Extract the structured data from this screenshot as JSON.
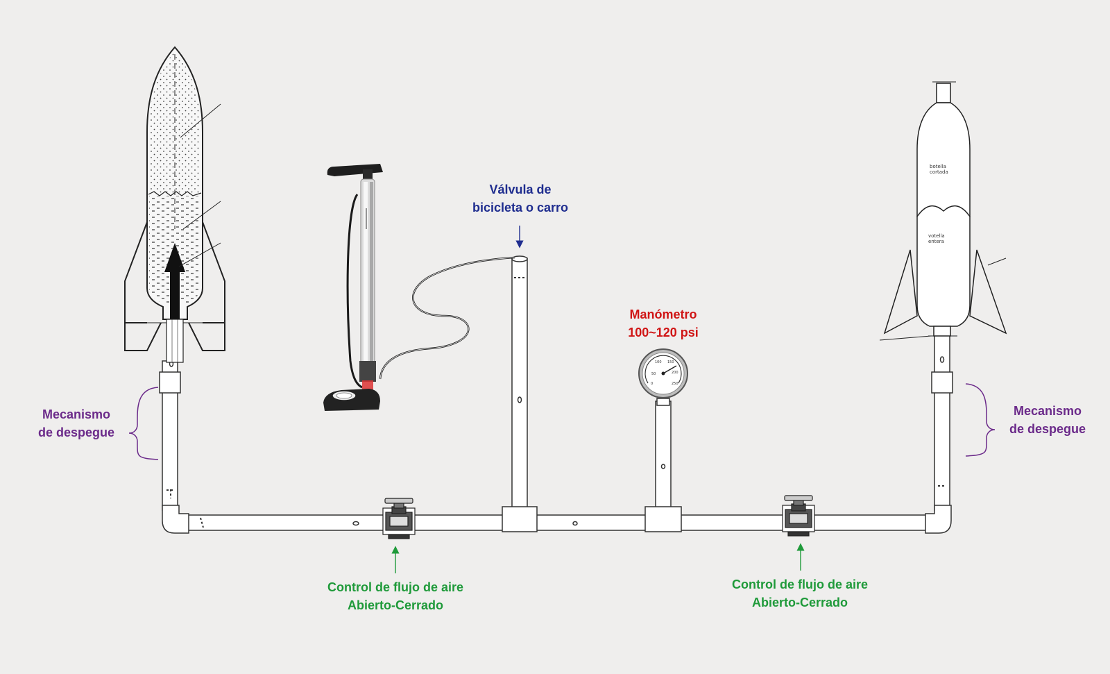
{
  "labels": {
    "valve": {
      "line1": "Válvula de",
      "line2": "bicicleta o carro"
    },
    "gauge": {
      "line1": "Manómetro",
      "line2": "100~120 psi"
    },
    "launch_left": {
      "line1": "Mecanismo",
      "line2": "de despegue"
    },
    "launch_right": {
      "line1": "Mecanismo",
      "line2": "de despegue"
    },
    "flow_left": {
      "line1": "Control de flujo de aire",
      "line2": "Abierto-Cerrado"
    },
    "flow_right": {
      "line1": "Control de flujo de aire",
      "line2": "Abierto-Cerrado"
    }
  },
  "rocket_right": {
    "top_label": {
      "line1": "botella",
      "line2": "cortada"
    },
    "bottom_label": {
      "line1": "votella",
      "line2": "entera"
    }
  },
  "gauge_scale": [
    "50",
    "100",
    "150",
    "200",
    "250",
    "0"
  ],
  "colors": {
    "valve_text": "#1f2d8f",
    "gauge_text": "#d01515",
    "launch_text": "#6b2a8a",
    "flow_text": "#1f9a3a",
    "outline": "#222222",
    "pipe_fill": "#ffffff",
    "background": "#efeeed"
  }
}
